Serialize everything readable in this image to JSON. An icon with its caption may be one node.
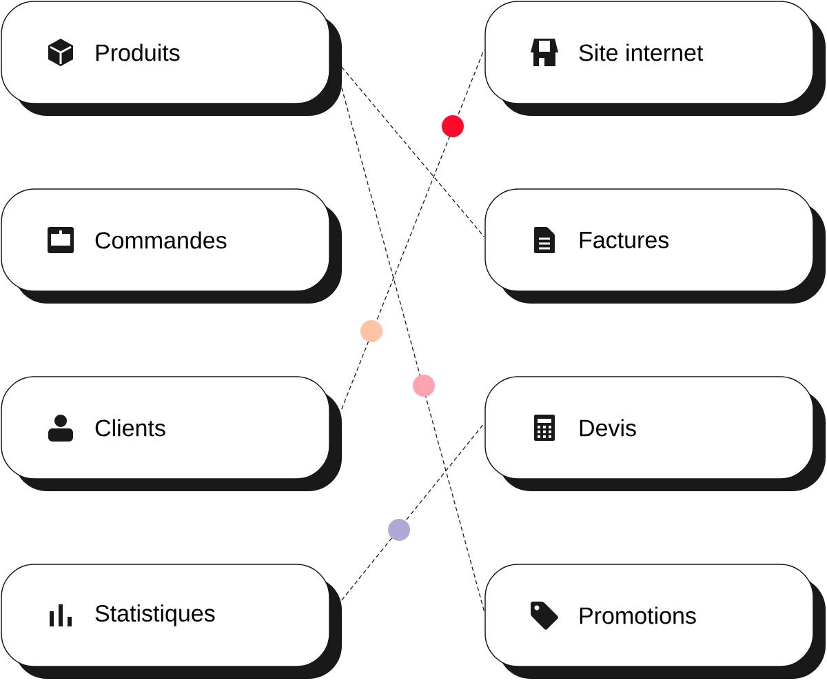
{
  "diagram": {
    "nodes": [
      {
        "text": [
          "Produits"
        ]
      },
      {
        "text": [
          "Site internet"
        ]
      },
      {
        "text": [
          "Commandes"
        ]
      },
      {
        "text": [
          "Factures"
        ]
      },
      {
        "text": [
          "Clients"
        ]
      },
      {
        "text": [
          "Devis"
        ]
      },
      {
        "text": [
          "Statistiques"
        ]
      },
      {
        "text": [
          "Promotions"
        ]
      }
    ],
    "edges": [
      {
        "from": 0,
        "to": 3,
        "arrow": "none",
        "style": "dashed"
      },
      {
        "from": 0,
        "to": 7,
        "arrow": "none",
        "style": "dashed"
      },
      {
        "from": 4,
        "to": 1,
        "arrow": "none",
        "style": "dashed"
      },
      {
        "from": 6,
        "to": 5,
        "arrow": "none",
        "style": "dashed"
      }
    ]
  }
}
